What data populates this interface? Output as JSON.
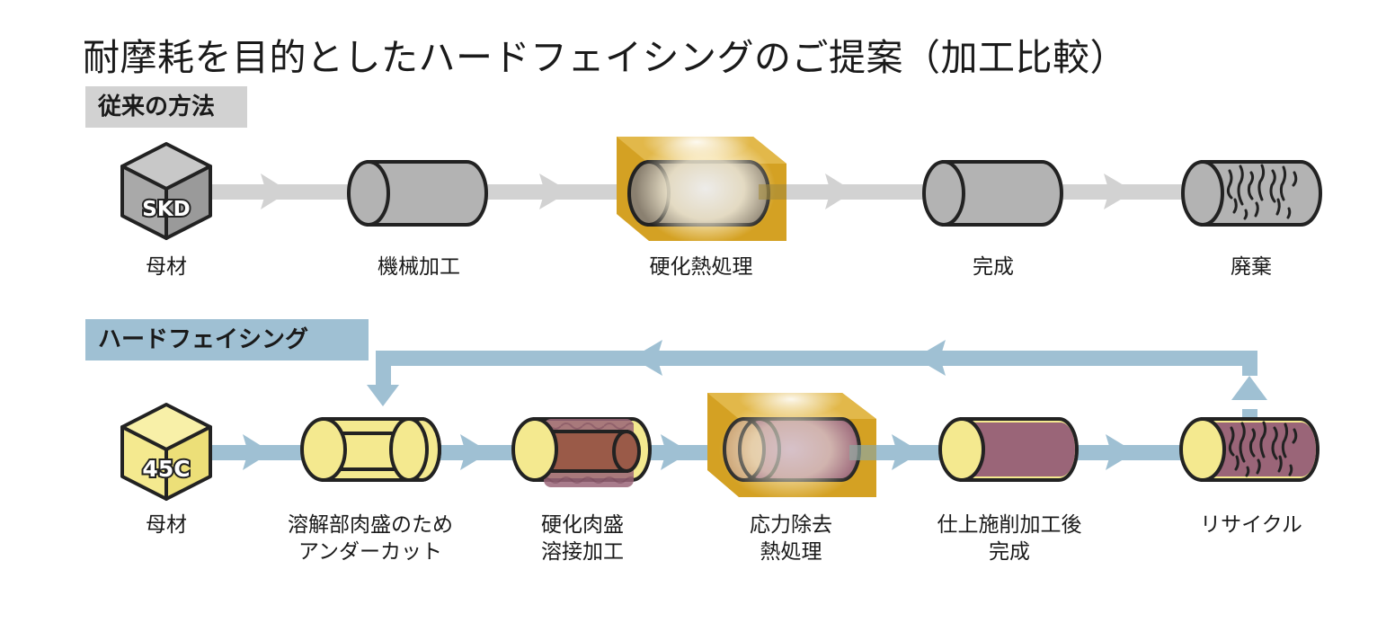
{
  "title": "耐摩耗を目的としたハードフェイシングのご提案（加工比較）",
  "sections": {
    "conventional": {
      "label": "従来の方法",
      "steps": [
        {
          "lines": [
            "母材"
          ],
          "badge": "SKD"
        },
        {
          "lines": [
            "機械加工"
          ]
        },
        {
          "lines": [
            "硬化熱処理"
          ]
        },
        {
          "lines": [
            "完成"
          ]
        },
        {
          "lines": [
            "廃棄"
          ]
        }
      ]
    },
    "hardfacing": {
      "label": "ハードフェイシング",
      "steps": [
        {
          "lines": [
            "母材"
          ],
          "badge": "45C"
        },
        {
          "lines": [
            "溶解部肉盛のため",
            "アンダーカット"
          ]
        },
        {
          "lines": [
            "硬化肉盛",
            "溶接加工"
          ]
        },
        {
          "lines": [
            "応力除去",
            "熱処理"
          ]
        },
        {
          "lines": [
            "仕上施削加工後",
            "完成"
          ]
        },
        {
          "lines": [
            "リサイクル"
          ]
        }
      ]
    }
  },
  "colors": {
    "conventional_arrow": "#d2d2d2",
    "hardfacing_arrow": "#9fc0d3",
    "steel_gray": "#b3b3b3",
    "base_yellow": "#f4e98f",
    "weld_purple": "#9a6578",
    "weld_brown": "#9a5a48",
    "heat_gold": "#d4a123",
    "outline": "#222222"
  }
}
